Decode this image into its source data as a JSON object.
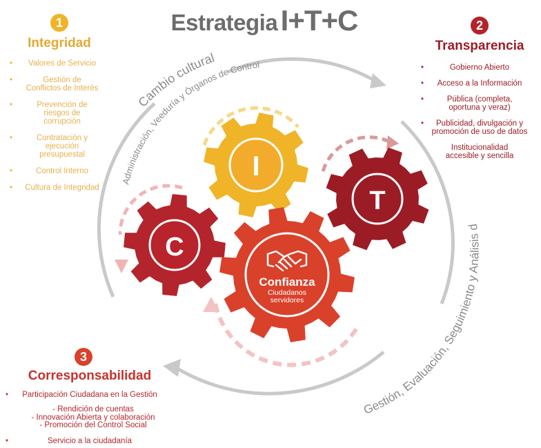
{
  "title": {
    "part1": "Estrategia",
    "part2": "I+T+C"
  },
  "integridad": {
    "number": "1",
    "heading": "Integridad",
    "items": [
      "Valores de Servicio",
      "Gestión de Conflictos de Interés",
      "Prevención de riesgos de corrupción",
      "Contratación y ejecución presupuestal",
      "Control Interno",
      "Cultura de Integridad"
    ]
  },
  "transparencia": {
    "number": "2",
    "heading": "Transparencia",
    "items": [
      "Gobierno Abierto",
      "Acceso a la Información",
      "Pública (completa, oportuna y veraz)",
      "Publicidad, divulgación y promoción de uso de datos",
      "Institucionalidad accesible y sencilla"
    ]
  },
  "corresponsabilidad": {
    "number": "3",
    "heading": "Corresponsabilidad",
    "item1": "Participación Ciudadana en la Gestión",
    "subitems": [
      "- Rendición de cuentas",
      "- Innovación Abierta y colaboración",
      "- Promoción del Control Social"
    ],
    "item2": "Servicio a la ciudadanía"
  },
  "ring": {
    "cambio": "Cambio cultural",
    "admin": "Administración, Veeduría y Órganos de Control",
    "gestion": "Gestión, Evaluación, Seguimiento y Análisis de datos"
  },
  "gears": {
    "i_label": "I",
    "t_label": "T",
    "c_label": "C",
    "center_title": "Confianza",
    "center_line1": "Ciudadanos",
    "center_line2": "servidores"
  },
  "colors": {
    "gold": "#f0b429",
    "dark_red": "#9b1c25",
    "red": "#b3242c",
    "orange_red": "#d9412b",
    "gray": "#6d6d6d",
    "ring_gray": "#c9c9c9"
  },
  "icons": [
    "handshake-icon"
  ]
}
